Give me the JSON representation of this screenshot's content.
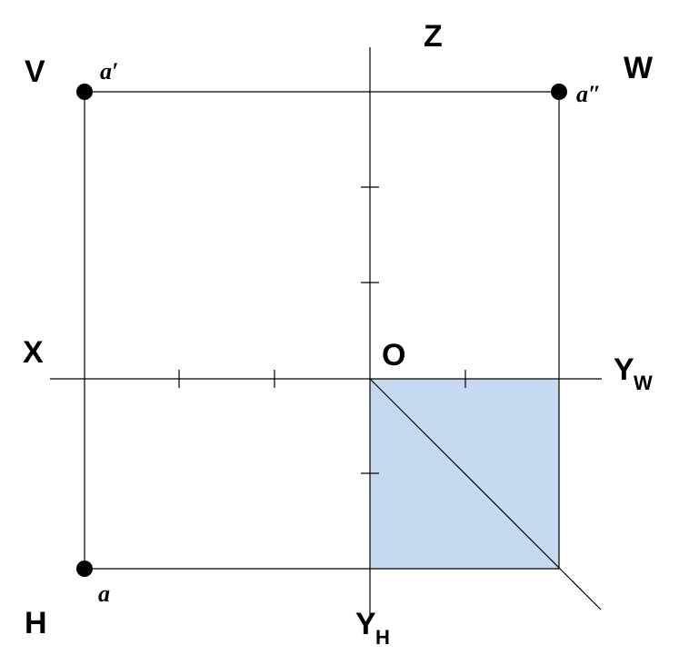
{
  "labels": {
    "plane_v": "V",
    "plane_w": "W",
    "plane_h": "H",
    "axis_x": "X",
    "axis_z": "Z",
    "origin": "O",
    "axis_yw_main": "Y",
    "axis_yw_sub": "W",
    "axis_yh_main": "Y",
    "axis_yh_sub": "H"
  },
  "points": {
    "front_view": "a′",
    "side_view": "a″",
    "top_view": "a"
  },
  "colors": {
    "lines": "#000000",
    "shaded_region": "#c5d9f1"
  }
}
